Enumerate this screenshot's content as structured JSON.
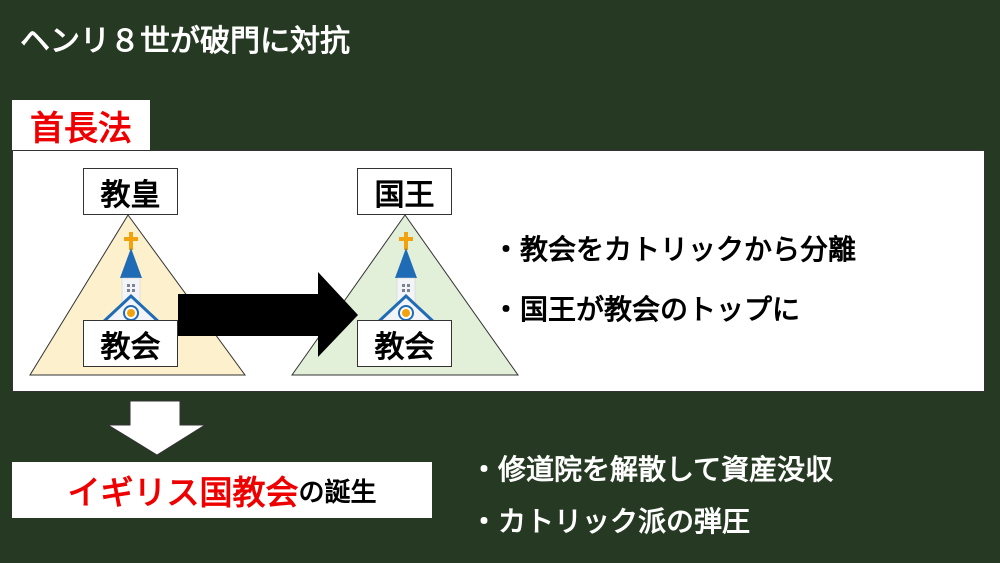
{
  "title": "ヘンリ８世が破門に対抗",
  "law_label": "首長法",
  "before": {
    "top": "教皇",
    "bottom": "教会"
  },
  "after": {
    "top": "国王",
    "bottom": "教会"
  },
  "effects": [
    "・教会をカトリックから分離",
    "・国王が教会のトップに"
  ],
  "result": {
    "highlight": "イギリス国教会",
    "suffix": "の誕生"
  },
  "results_list": [
    "・修道院を解散して資産没収",
    "・カトリック派の弾圧"
  ],
  "colors": {
    "background": "#263a23",
    "accent": "#e00000",
    "before_fill": "#fdf0cc",
    "after_fill": "#e2efd9"
  }
}
